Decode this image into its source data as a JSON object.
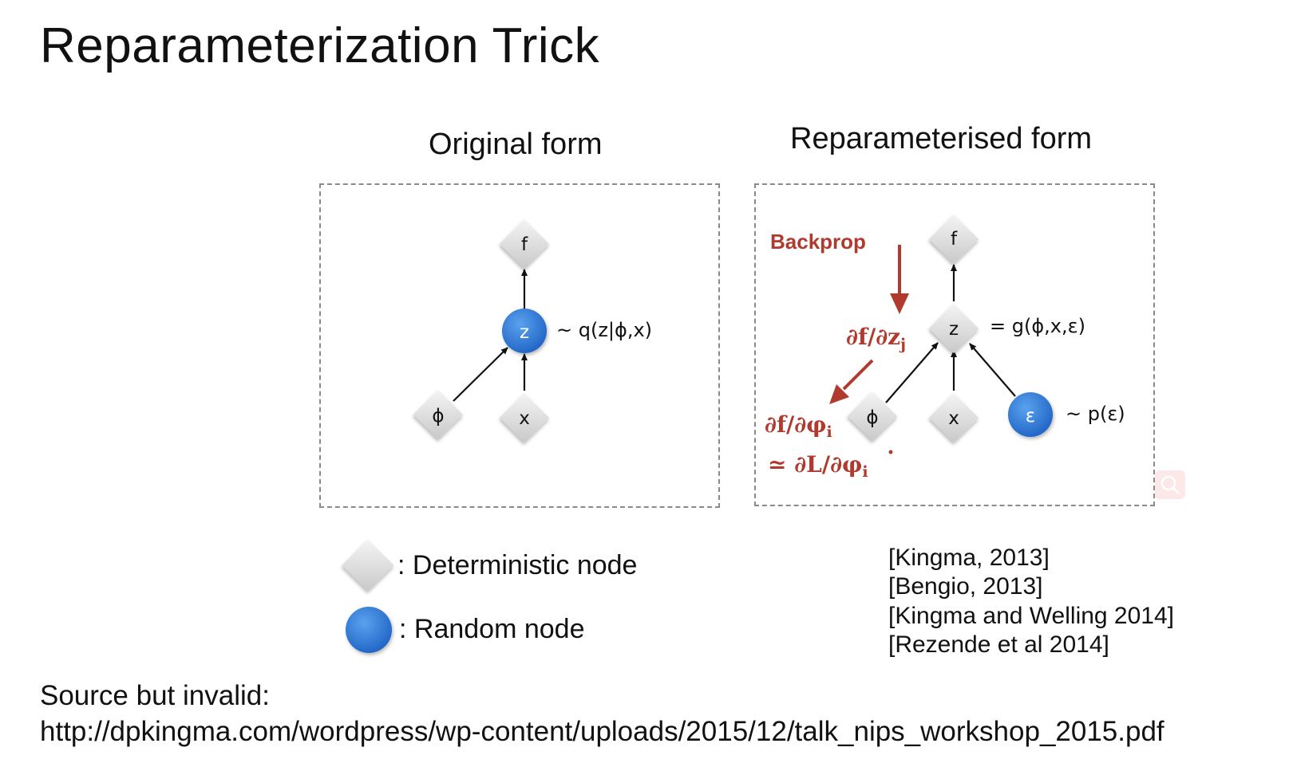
{
  "title": "Reparameterization Trick",
  "original": {
    "heading": "Original form",
    "nodes": {
      "f": "f",
      "z": "z",
      "phi": "ϕ",
      "x": "x"
    },
    "z_annotation": "~ q(z|ϕ,x)"
  },
  "reparam": {
    "heading": "Reparameterised form",
    "nodes": {
      "f": "f",
      "z": "z",
      "phi": "ϕ",
      "x": "x",
      "eps": "ε"
    },
    "z_annotation": "= g(ϕ,x,ε)",
    "eps_annotation": "~ p(ε)",
    "backprop_label": "Backprop",
    "grad_z": "∂f/∂z",
    "grad_z_sub": "j",
    "grad_phi": "∂f/∂φ",
    "grad_phi_sub": "i",
    "grad_L": "≃ ∂L/∂φ",
    "grad_L_sub": "i"
  },
  "legend": {
    "deterministic": ": Deterministic node",
    "random": ": Random node"
  },
  "references": [
    "[Kingma, 2013]",
    "[Bengio, 2013]",
    "[Kingma and Welling 2014]",
    "[Rezende et al 2014]"
  ],
  "source": {
    "label": "Source but invalid:",
    "url": "http://dpkingma.com/wordpress/wp-content/uploads/2015/12/talk_nips_workshop_2015.pdf"
  },
  "colors": {
    "accent_red": "#b03a2e",
    "random_node_blue": "#2f7bd9",
    "dashed_border": "#8a8a8a"
  }
}
